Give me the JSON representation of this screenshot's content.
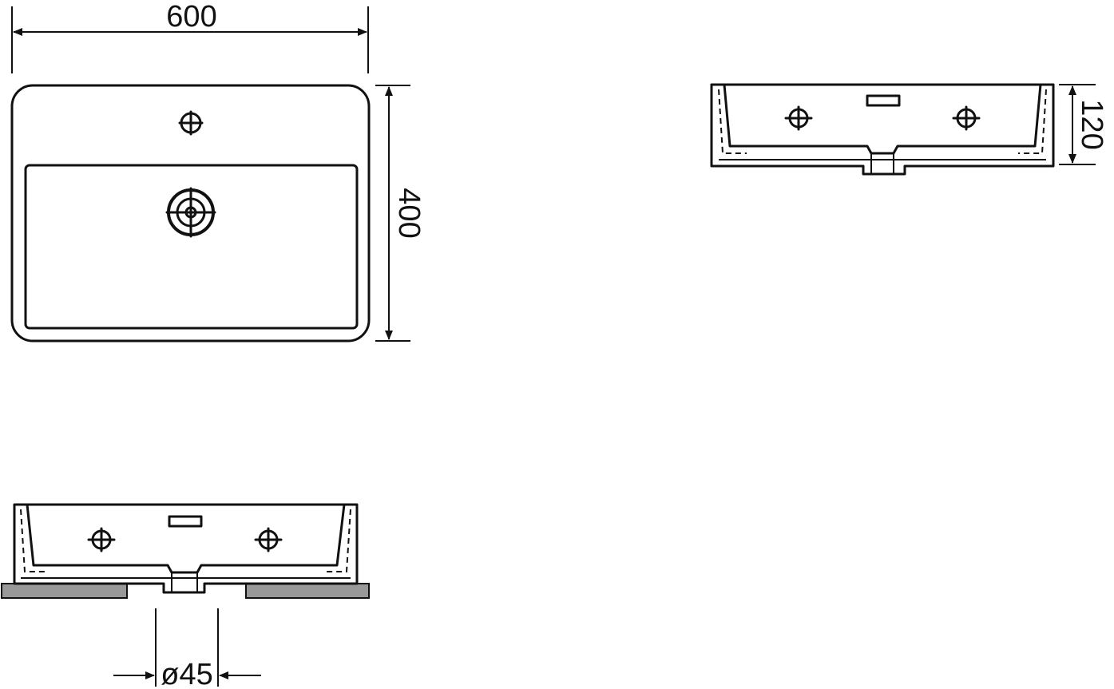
{
  "dimensions": {
    "width": "600",
    "depth": "400",
    "height": "120",
    "drain": "ø45"
  },
  "colors": {
    "line": "#111111",
    "countertop": "#999999",
    "background": "#ffffff"
  }
}
